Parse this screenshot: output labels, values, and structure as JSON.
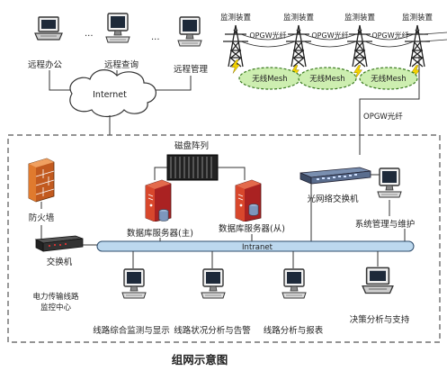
{
  "title": "组网示意图",
  "remote": {
    "office": "远程办公",
    "query": "远程查询",
    "manage": "远程管理",
    "ellipsis": "..."
  },
  "internet": "Internet",
  "field": {
    "device": "监测装置",
    "opgw": "OPGW光纤",
    "mesh": "无线Mesh",
    "uplink": "OPGW光纤"
  },
  "center": {
    "disk_array": "磁盘阵列",
    "firewall": "防火墙",
    "db_main": "数据库服务器(主)",
    "db_slave": "数据库服务器(从)",
    "optical_switch": "光网络交换机",
    "sys_mgmt": "系统管理与维护",
    "switch": "交换机",
    "intranet": "Intranet",
    "center_name_1": "电力传输线路",
    "center_name_2": "监控中心"
  },
  "clients": {
    "monitor_display": "线路综合监测与显示",
    "status_alarm": "线路状况分析与告警",
    "analysis_report": "线路分析与报表",
    "decision": "决策分析与支持"
  },
  "colors": {
    "mesh_fill": "#cdeeb0",
    "mesh_stroke": "#3a7a20",
    "bus_fill": "#bcd8ee",
    "bolt": "#f3d200",
    "server_red": "#d8472c",
    "firewall_orange": "#e07a2e"
  }
}
